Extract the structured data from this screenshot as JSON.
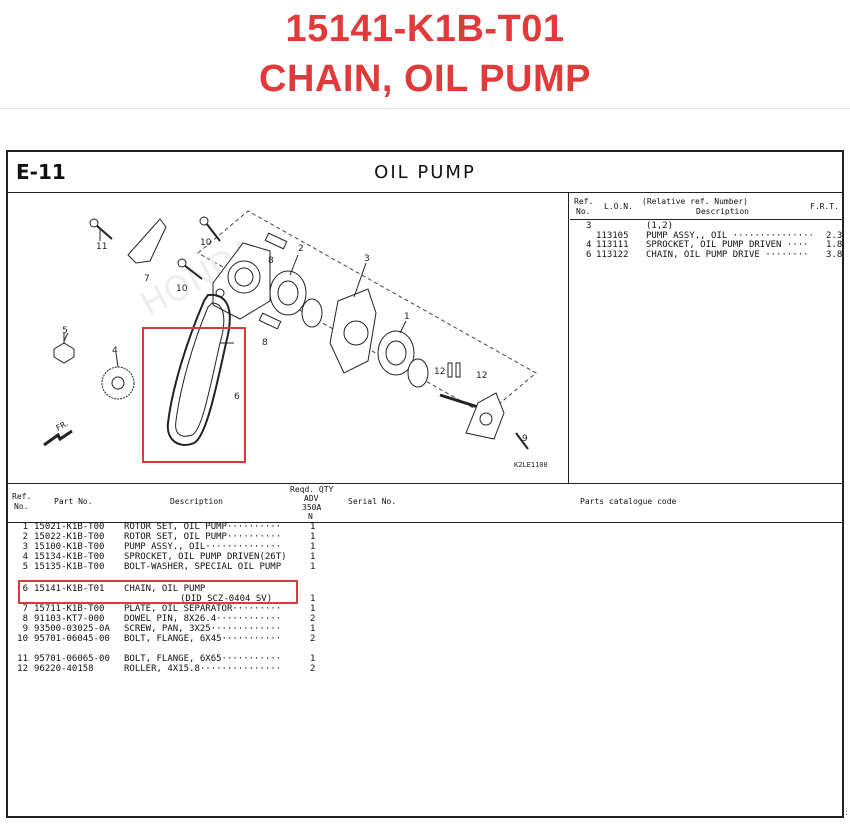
{
  "header": {
    "part_number": "15141-K1B-T01",
    "part_name": "CHAIN, OIL PUMP"
  },
  "sheet": {
    "section": "E-11",
    "title": "OIL  PUMP"
  },
  "diagram": {
    "callouts": [
      "11",
      "7",
      "10",
      "10",
      "8",
      "2",
      "3",
      "5",
      "4",
      "8",
      "1",
      "12",
      "12",
      "6",
      "9"
    ],
    "code": "K2LE1100",
    "watermark": "HONDA"
  },
  "ref_table": {
    "headers": {
      "ref": "Ref.",
      "no": "No.",
      "lon": "L.O.N.",
      "rel": "(Relative ref. Number)",
      "desc": "Description",
      "frt": "F.R.T."
    },
    "rows": [
      {
        "ref": "3",
        "lon": "",
        "desc": "(1,2)",
        "frt": ""
      },
      {
        "ref": "",
        "lon": "113105",
        "desc": "PUMP ASSY., OIL ···············",
        "frt": "2.3"
      },
      {
        "ref": "4",
        "lon": "113111",
        "desc": "SPROCKET, OIL PUMP DRIVEN ····",
        "frt": "1.8"
      },
      {
        "ref": "6",
        "lon": "113122",
        "desc": "CHAIN, OIL PUMP DRIVE ········",
        "frt": "3.8"
      }
    ]
  },
  "parts_table": {
    "headers": {
      "ref": "Ref.",
      "no": "No.",
      "part_no": "Part No.",
      "desc": "Description",
      "reqd": "Reqd. QTY",
      "adv": "ADV",
      "model": "350A",
      "n": "N",
      "serial": "Serial No.",
      "catalogue": "Parts catalogue code"
    },
    "rows": [
      {
        "ref": "1",
        "part": "15021-K1B-T00",
        "desc": "ROTOR SET, OIL PUMP··········",
        "qty": "1"
      },
      {
        "ref": "2",
        "part": "15022-K1B-T00",
        "desc": "ROTOR SET, OIL PUMP··········",
        "qty": "1"
      },
      {
        "ref": "3",
        "part": "15100-K1B-T00",
        "desc": "PUMP ASSY., OIL··············",
        "qty": "1"
      },
      {
        "ref": "4",
        "part": "15134-K1B-T00",
        "desc": "SPROCKET, OIL PUMP DRIVEN(26T)",
        "qty": "1"
      },
      {
        "ref": "5",
        "part": "15135-K1B-T00",
        "desc": "BOLT-WASHER, SPECIAL OIL PUMP",
        "qty": "1"
      },
      {
        "ref": "6",
        "part": "15141-K1B-T01",
        "desc": "CHAIN, OIL PUMP",
        "qty": ""
      },
      {
        "ref": "",
        "part": "",
        "desc": "(DID SCZ-0404 SV)",
        "qty": "1"
      },
      {
        "ref": "7",
        "part": "15711-K1B-T00",
        "desc": "PLATE, OIL SEPARATOR·········",
        "qty": "1"
      },
      {
        "ref": "8",
        "part": "91103-KT7-000",
        "desc": "DOWEL PIN, 8X26.4············",
        "qty": "2"
      },
      {
        "ref": "9",
        "part": "93500-03025-0A",
        "desc": "SCREW, PAN, 3X25·············",
        "qty": "1"
      },
      {
        "ref": "10",
        "part": "95701-06045-00",
        "desc": "BOLT, FLANGE, 6X45···········",
        "qty": "2"
      },
      {
        "ref": "11",
        "part": "95701-06065-00",
        "desc": "BOLT, FLANGE, 6X65···········",
        "qty": "1"
      },
      {
        "ref": "12",
        "part": "96220-40158",
        "desc": "ROLLER, 4X15.8···············",
        "qty": "2"
      }
    ]
  },
  "page_marker": ":",
  "colors": {
    "accent": "#e03a3a",
    "highlight": "#d93a3a",
    "ink": "#222222"
  }
}
